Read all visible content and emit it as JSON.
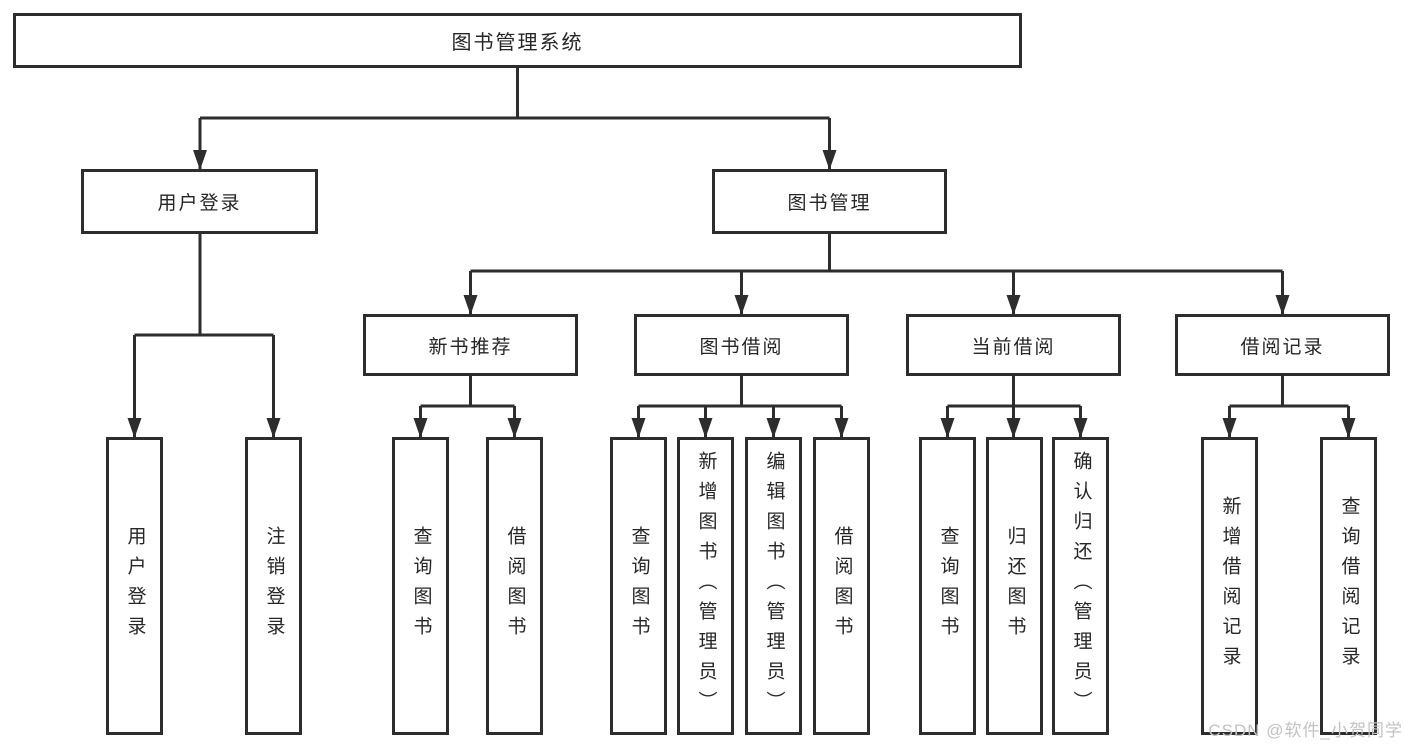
{
  "tree": {
    "root": {
      "label": "图书管理系统",
      "children": [
        {
          "label": "用户登录",
          "children": [
            {
              "label": "用户登录"
            },
            {
              "label": "注销登录"
            }
          ]
        },
        {
          "label": "图书管理",
          "children": [
            {
              "label": "新书推荐",
              "children": [
                {
                  "label": "查询图书"
                },
                {
                  "label": "借阅图书"
                }
              ]
            },
            {
              "label": "图书借阅",
              "children": [
                {
                  "label": "查询图书"
                },
                {
                  "label": "新增图书（管理员）"
                },
                {
                  "label": "编辑图书（管理员）"
                },
                {
                  "label": "借阅图书"
                }
              ]
            },
            {
              "label": "当前借阅",
              "children": [
                {
                  "label": "查询图书"
                },
                {
                  "label": "归还图书"
                },
                {
                  "label": "确认归还（管理员）"
                }
              ]
            },
            {
              "label": "借阅记录",
              "children": [
                {
                  "label": "新增借阅记录"
                },
                {
                  "label": "查询借阅记录"
                }
              ]
            }
          ]
        }
      ]
    }
  },
  "watermark": {
    "text": "CSDN @软件_小贺同学"
  },
  "colors": {
    "line": "#2d2d2d",
    "box_border": "#2d2d2d",
    "box_fill": "#ffffff",
    "text": "#262626",
    "watermark": "#c2c2c2",
    "background": "#ffffff"
  }
}
